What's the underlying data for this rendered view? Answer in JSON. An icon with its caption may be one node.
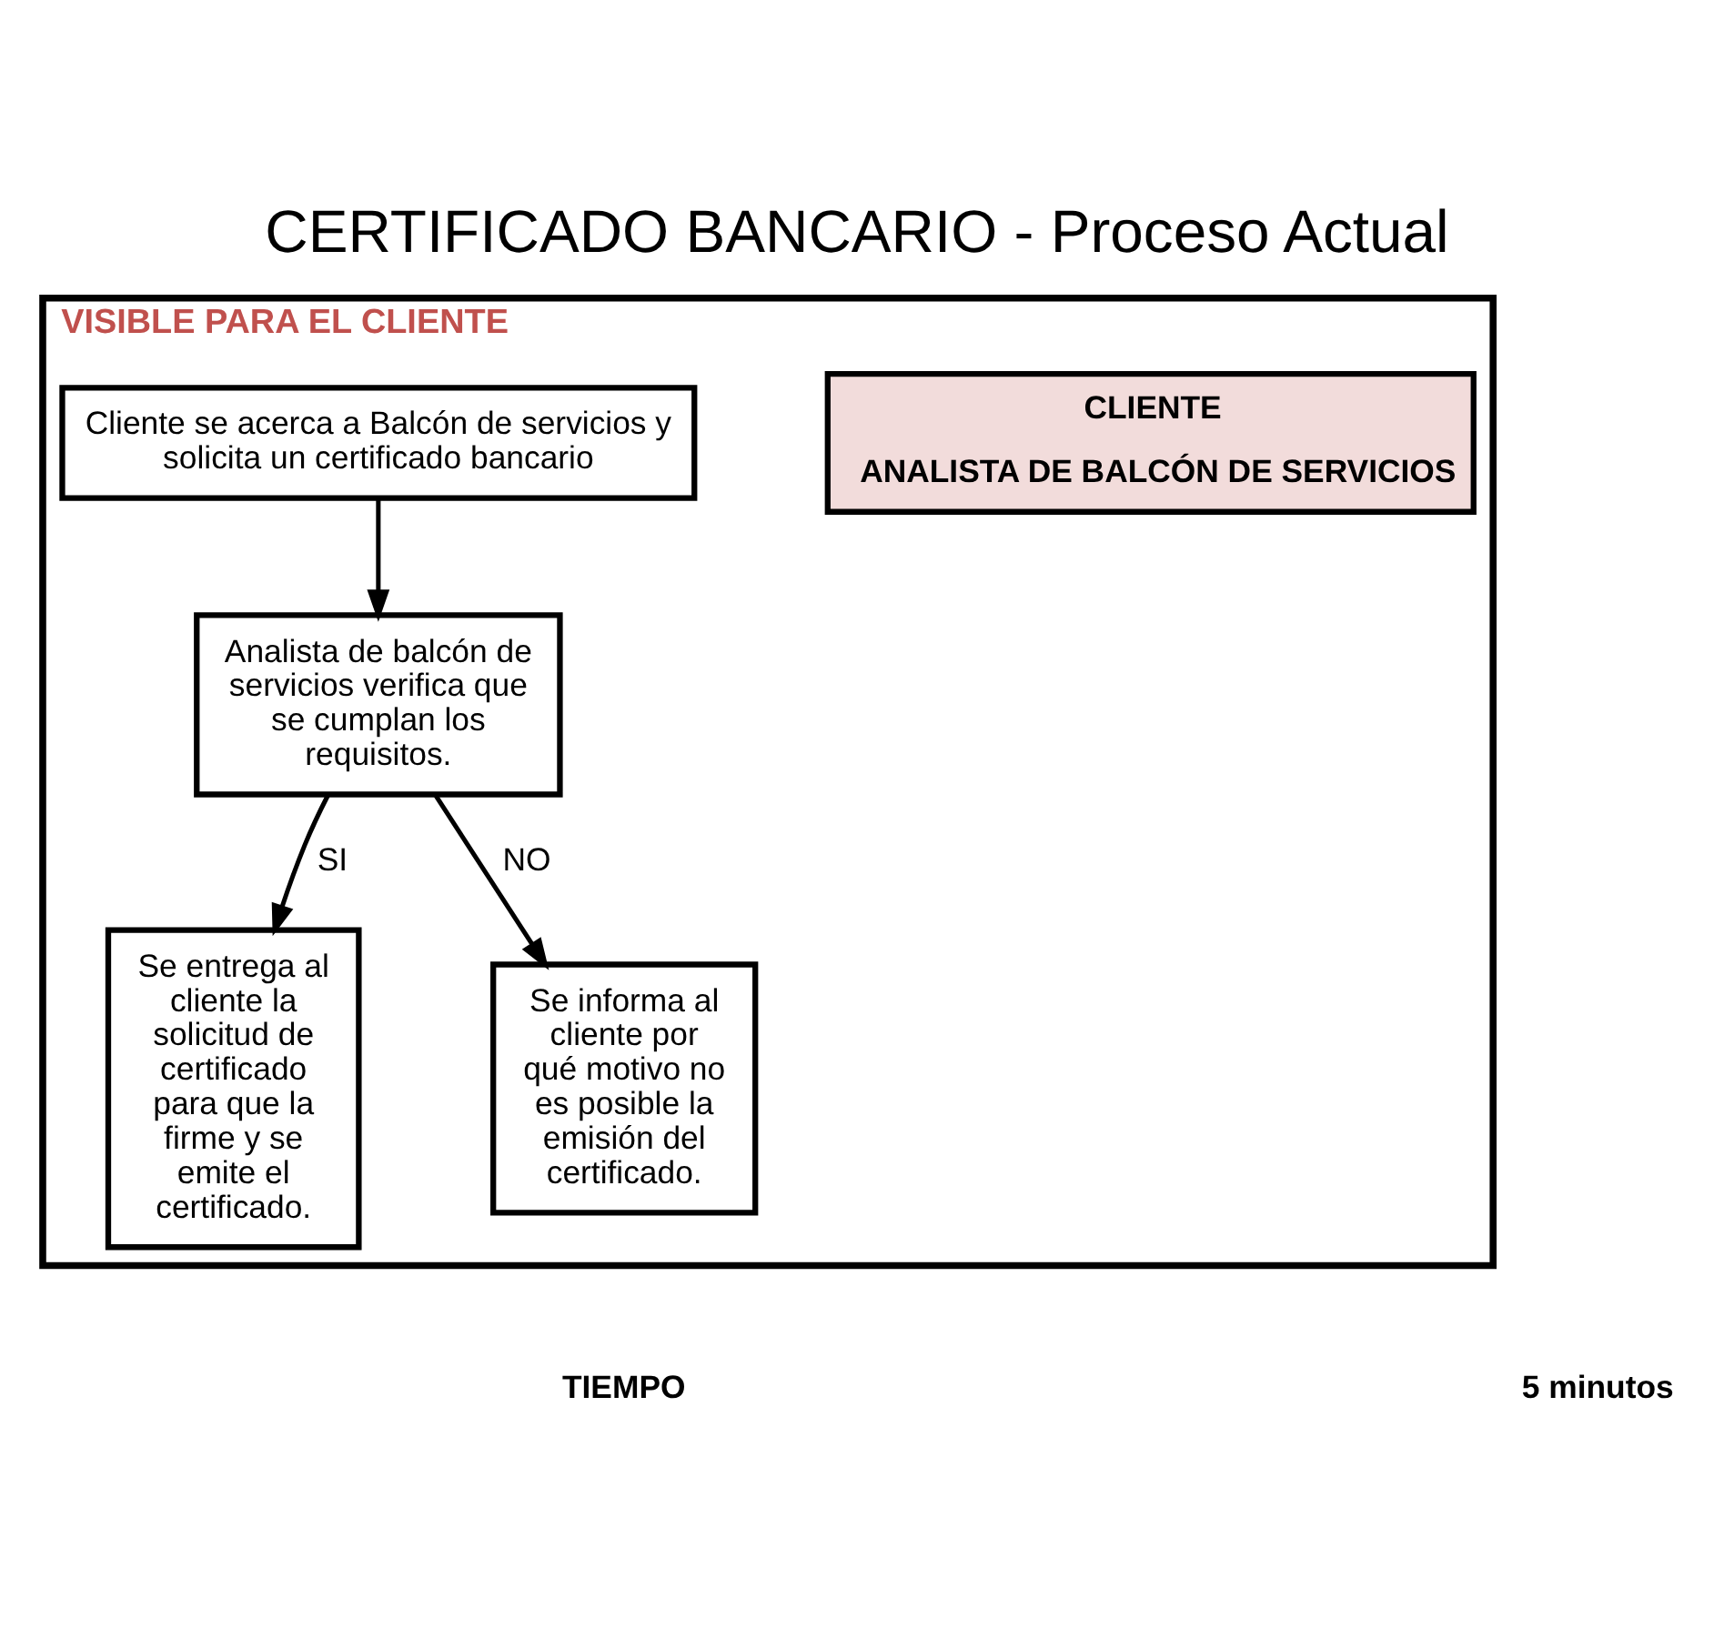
{
  "diagram": {
    "title": "CERTIFICADO BANCARIO - Proceso Actual",
    "nodes": [
      {
        "text": [
          "VISIBLE PARA EL CLIENTE"
        ]
      },
      {
        "text": [
          "CLIENTE",
          "ANALISTA DE BALCÓN DE SERVICIOS"
        ],
        "in": 0
      },
      {
        "text": [
          "Cliente se acerca a Balcón de servicios y solicita un certificado bancario"
        ],
        "in": 0
      },
      {
        "text": [
          "Analista de balcón de servicios verifica que se cumplan los requisitos."
        ],
        "in": 0
      },
      {
        "text": [
          "Se entrega al cliente la solicitud de certificado para que la firme y se emite el certificado."
        ],
        "in": 0
      },
      {
        "text": [
          "Se informa al cliente por qué motivo no es posible la emisión del certificado."
        ],
        "in": 0
      }
    ],
    "edges": [
      {
        "from": 2,
        "to": 3,
        "arrow": "to"
      },
      {
        "from": 3,
        "to": 4,
        "arrow": "to",
        "label": "SI"
      },
      {
        "from": 3,
        "to": 5,
        "arrow": "to",
        "label": "NO"
      }
    ],
    "labels": [
      "TIEMPO",
      "5 minutos"
    ]
  }
}
